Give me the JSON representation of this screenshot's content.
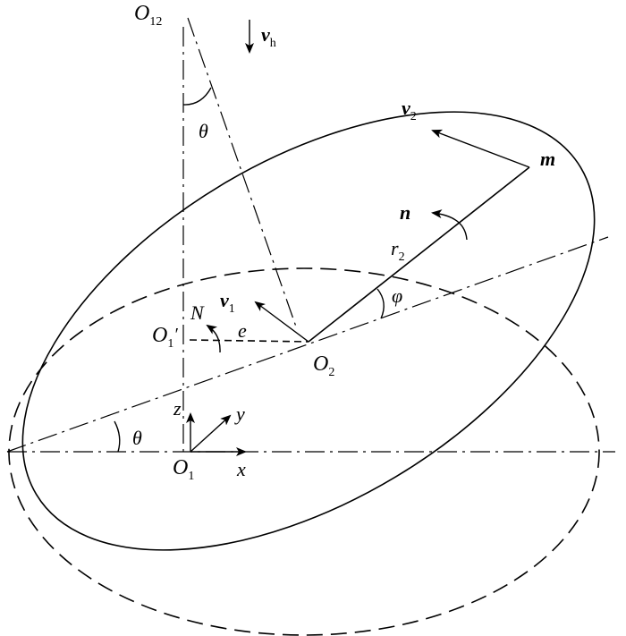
{
  "labels": {
    "o12": "O",
    "o12_sub": "12",
    "vh": "v",
    "vh_sub": "h",
    "theta_top": "θ",
    "v2": "v",
    "v2_sub": "2",
    "m": "m",
    "n": "n",
    "r2": "r",
    "r2_sub": "2",
    "phi": "φ",
    "v1": "v",
    "v1_sub": "1",
    "N": "N",
    "o1p": "O",
    "o1p_sub": "1",
    "o1p_prime": "′",
    "e": "e",
    "o2": "O",
    "o2_sub": "2",
    "z": "z",
    "y": "y",
    "theta_bottom": "θ",
    "o1": "O",
    "o1_sub": "1",
    "x": "x"
  }
}
